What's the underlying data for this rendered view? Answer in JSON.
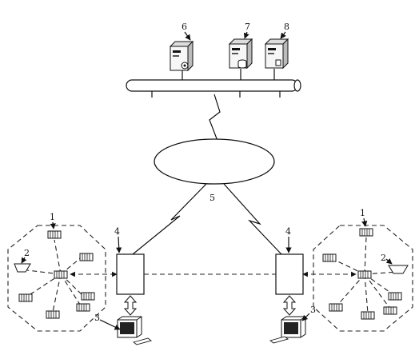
{
  "labels": {
    "sensor_node": "1",
    "sink_node": "2",
    "user_terminal": "3",
    "gateway": "4",
    "network_cloud": "5",
    "server_6": "6",
    "server_7": "7",
    "server_8": "8"
  }
}
